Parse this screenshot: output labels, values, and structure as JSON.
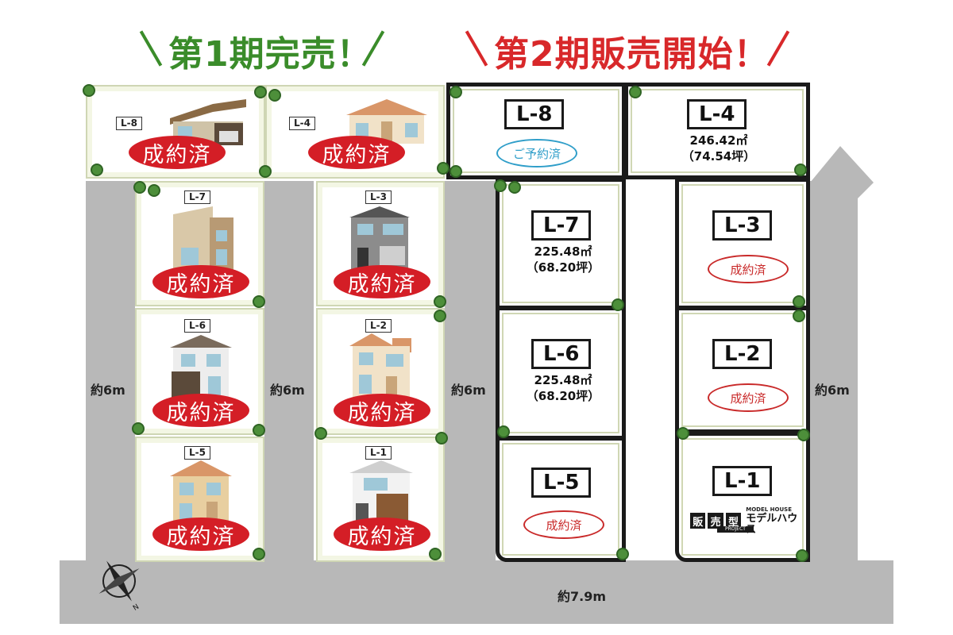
{
  "headings": {
    "phase1": "第1期完売！",
    "phase2": "第2期販売開始！"
  },
  "phase1_lots": [
    {
      "id": "L-8",
      "status": "成約済"
    },
    {
      "id": "L-4",
      "status": "成約済"
    },
    {
      "id": "L-7",
      "status": "成約済"
    },
    {
      "id": "L-3",
      "status": "成約済"
    },
    {
      "id": "L-6",
      "status": "成約済"
    },
    {
      "id": "L-2",
      "status": "成約済"
    },
    {
      "id": "L-5",
      "status": "成約済"
    },
    {
      "id": "L-1",
      "status": "成約済"
    }
  ],
  "phase2_lots": {
    "l8": {
      "id": "L-8",
      "status": "ご予約済"
    },
    "l4": {
      "id": "L-4",
      "area_m2": "246.42㎡",
      "area_tsubo": "（74.54坪）"
    },
    "l7": {
      "id": "L-7",
      "area_m2": "225.48㎡",
      "area_tsubo": "（68.20坪）"
    },
    "l3": {
      "id": "L-3",
      "status": "成約済"
    },
    "l6": {
      "id": "L-6",
      "area_m2": "225.48㎡",
      "area_tsubo": "（68.20坪）"
    },
    "l2": {
      "id": "L-2",
      "status": "成約済"
    },
    "l5": {
      "id": "L-5",
      "status": "成約済"
    },
    "l1": {
      "id": "L-1",
      "model_kanji": [
        "販",
        "売",
        "型"
      ],
      "model_en": "MODEL HOUSE",
      "model_jp": "モデルハウス",
      "model_project": "PROJECT"
    }
  },
  "road_widths": {
    "left": "約6m",
    "mid1": "約6m",
    "mid2": "約6m",
    "right": "約6m",
    "bottom": "約7.9m"
  },
  "colors": {
    "phase1_heading": "#3a8c2a",
    "phase2_heading": "#d8282a",
    "sold_oval": "#d41e26",
    "reserved_oval": "#2f9ec9",
    "road": "#b8b8b8"
  }
}
